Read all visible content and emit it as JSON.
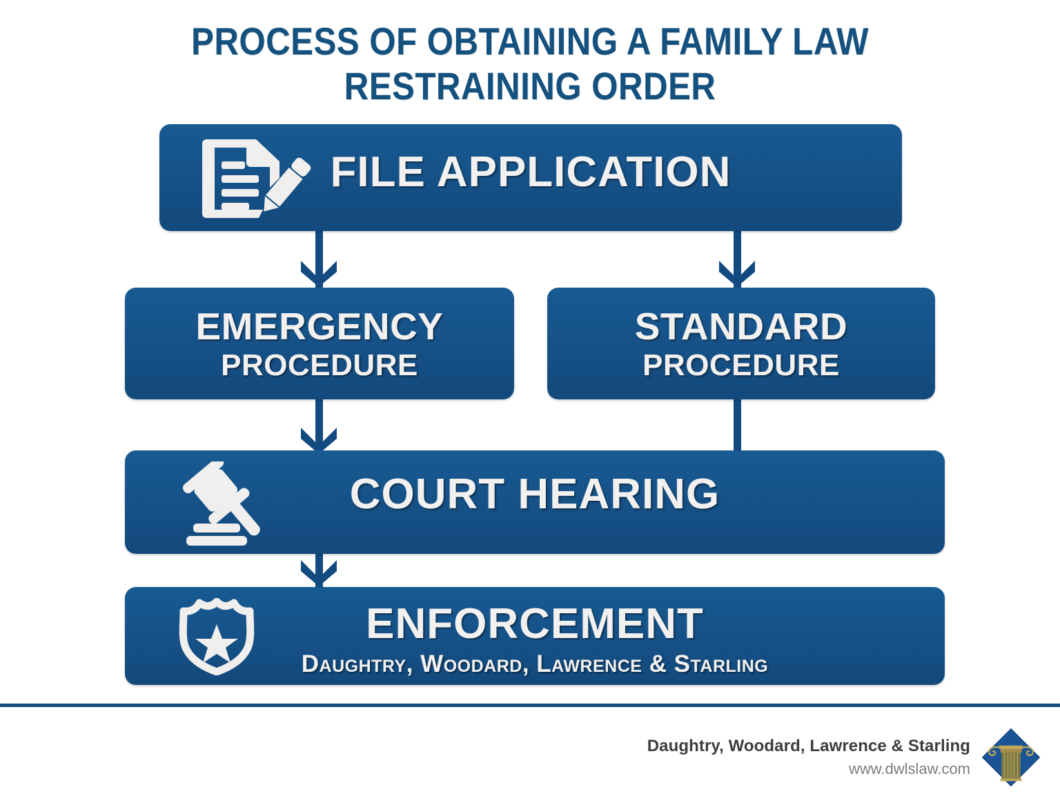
{
  "title": "PROCESS OF OBTAINING A FAMILY LAW\nRESTRAINING ORDER",
  "colors": {
    "box_blue": "#17538a",
    "box_blue_dark": "#13497c",
    "title_blue": "#14517f",
    "connector_blue": "#134b80",
    "text_offwhite": "#f2f1ef",
    "divider_blue": "#154c82",
    "footer_firm_gray": "#3d3d3d",
    "footer_url_gray": "#7b7b7b",
    "logo_gold": "#b89b4e",
    "logo_blue": "#1b5496"
  },
  "flow": {
    "file": {
      "label": "FILE APPLICATION",
      "icon": "document-pencil-icon"
    },
    "emergency": {
      "line1": "EMERGENCY",
      "line2": "PROCEDURE"
    },
    "standard": {
      "line1": "STANDARD",
      "line2": "PROCEDURE"
    },
    "court": {
      "label": "COURT HEARING",
      "icon": "gavel-icon"
    },
    "enforcement": {
      "label": "ENFORCEMENT",
      "firm": "Daughtry, Woodard, Lawrence & Starling",
      "icon": "police-badge-icon"
    }
  },
  "footer": {
    "firm": "Daughtry, Woodard, Lawrence & Starling",
    "url": "www.dwlslaw.com",
    "logo": "dwls-column-diamond-logo"
  }
}
